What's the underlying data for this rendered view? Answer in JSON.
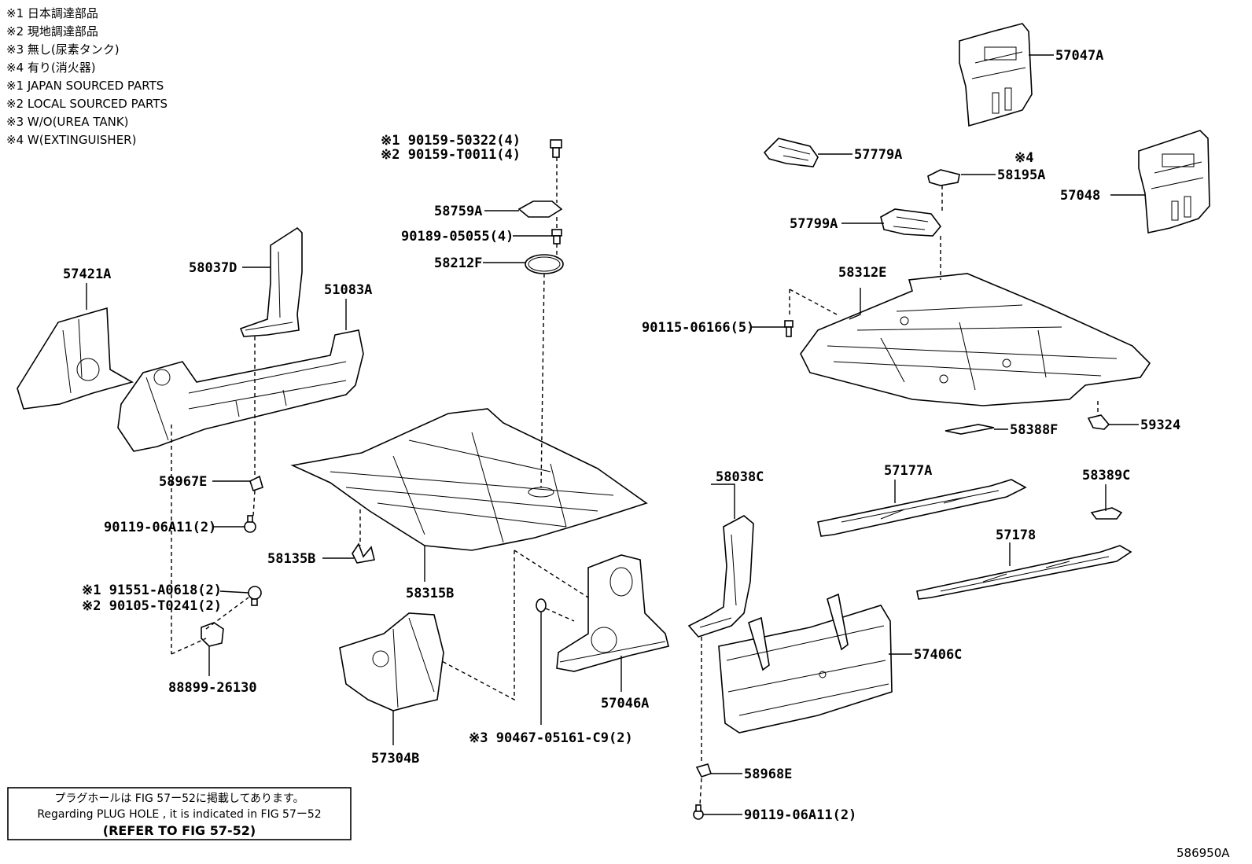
{
  "legend": [
    "※1 日本調達部品",
    "※2 現地調達部品",
    "※3 無し(尿素タンク)",
    "※4 有り(消火器)",
    "※1 JAPAN SOURCED PARTS",
    "※2 LOCAL SOURCED PARTS",
    "※3 W/O(UREA TANK)",
    "※4 W(EXTINGUISHER)"
  ],
  "parts": {
    "p57047A": "57047A",
    "p57779A": "57779A",
    "p58195A_mark": "※4",
    "p58195A": "58195A",
    "p57048": "57048",
    "p57799A": "57799A",
    "p58312E": "58312E",
    "p90115": "90115-06166(5)",
    "p58388F": "58388F",
    "p59324": "59324",
    "p57177A": "57177A",
    "p58389C": "58389C",
    "p57178": "57178",
    "p58038C": "58038C",
    "p57406C": "57406C",
    "p58968E": "58968E",
    "p90119b": "90119-06A11(2)",
    "p90159a": "※1 90159-50322(4)",
    "p90159b": "※2 90159-T0011(4)",
    "p58759A": "58759A",
    "p90189": "90189-05055(4)",
    "p58212F": "58212F",
    "p57421A": "57421A",
    "p58037D": "58037D",
    "p51083A": "51083A",
    "p58967E": "58967E",
    "p90119a": "90119-06A11(2)",
    "p58135B": "58135B",
    "p58315B": "58315B",
    "p91551": "※1 91551-A0618(2)",
    "p90105": "※2 90105-T0241(2)",
    "p88899": "88899-26130",
    "p57046A": "57046A",
    "p57304B": "57304B",
    "p90467": "※3 90467-05161-C9(2)"
  },
  "note": {
    "line1": "プラグホールは FIG 57ー52に掲載してあります。",
    "line2": "Regarding  PLUG  HOLE , it is indicated in FIG  57ー52",
    "line3": "(REFER TO FIG 57-52)"
  },
  "figure_id": "586950A"
}
